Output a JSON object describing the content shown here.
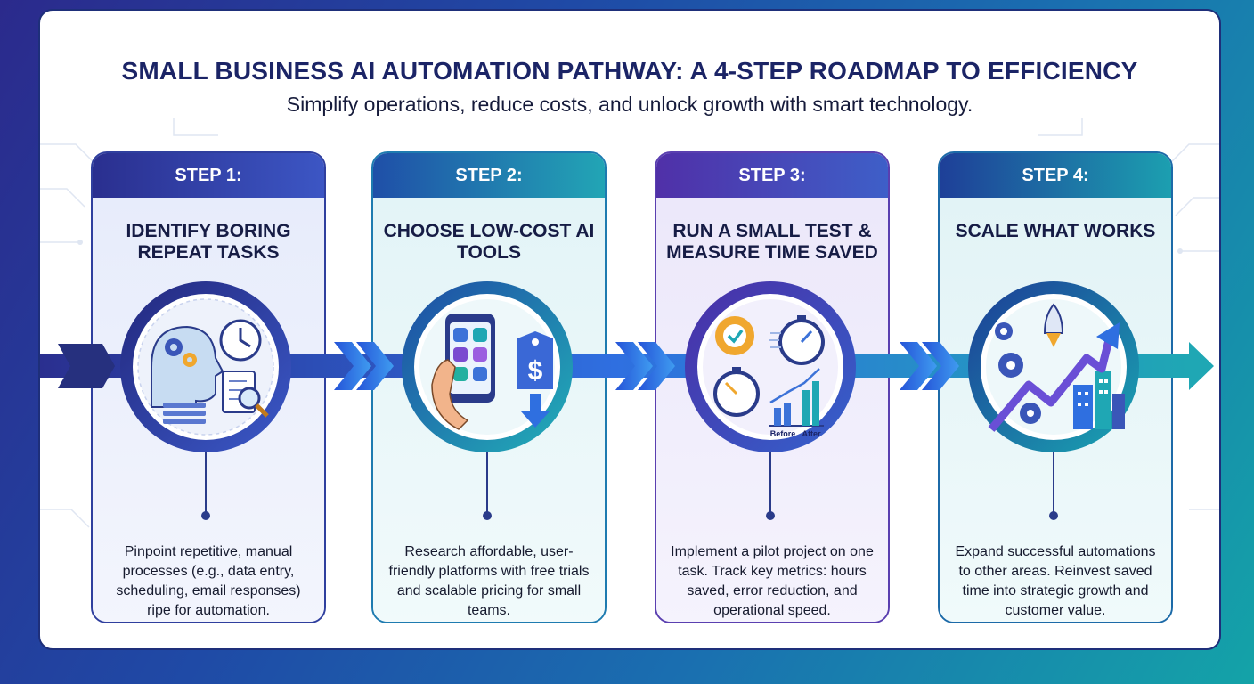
{
  "header": {
    "title": "SMALL BUSINESS AI AUTOMATION PATHWAY: A 4-STEP ROADMAP TO EFFICIENCY",
    "subtitle": "Simplify operations, reduce costs, and unlock growth with smart technology."
  },
  "steps": [
    {
      "label": "STEP 1:",
      "title": "IDENTIFY BORING REPEAT TASKS",
      "description": "Pinpoint repetitive, manual processes (e.g., data entry, scheduling, email responses) ripe for automation."
    },
    {
      "label": "STEP 2:",
      "title": "CHOOSE LOW-COST AI TOOLS",
      "description": "Research affordable, user-friendly platforms with free trials and scalable pricing for small teams."
    },
    {
      "label": "STEP 3:",
      "title": "RUN A SMALL TEST & MEASURE TIME SAVED",
      "description": "Implement a pilot project on one task. Track key metrics: hours saved, error reduction, and operational speed."
    },
    {
      "label": "STEP 4:",
      "title": "SCALE WHAT WORKS",
      "description": "Expand successful automations to other areas. Reinvest saved time into strategic growth and customer value."
    }
  ],
  "chart_labels": {
    "before": "Before",
    "after": "After"
  },
  "icons": {
    "step1": [
      "ai-head-gears-icon",
      "clock-icon",
      "document-magnifier-icon",
      "data-stack-icon"
    ],
    "step2": [
      "smartphone-apps-icon",
      "price-tag-dollar-icon",
      "down-arrow-icon"
    ],
    "step3": [
      "gear-check-icon",
      "stopwatch-icon",
      "bar-chart-before-after-icon"
    ],
    "step4": [
      "rocket-icon",
      "growth-arrow-icon",
      "city-buildings-icon",
      "gears-icon"
    ]
  },
  "colors": {
    "navy": "#1b2466",
    "arrow_blue": "#2f6fe0",
    "teal": "#1fa7b4",
    "purple": "#5030a8"
  }
}
